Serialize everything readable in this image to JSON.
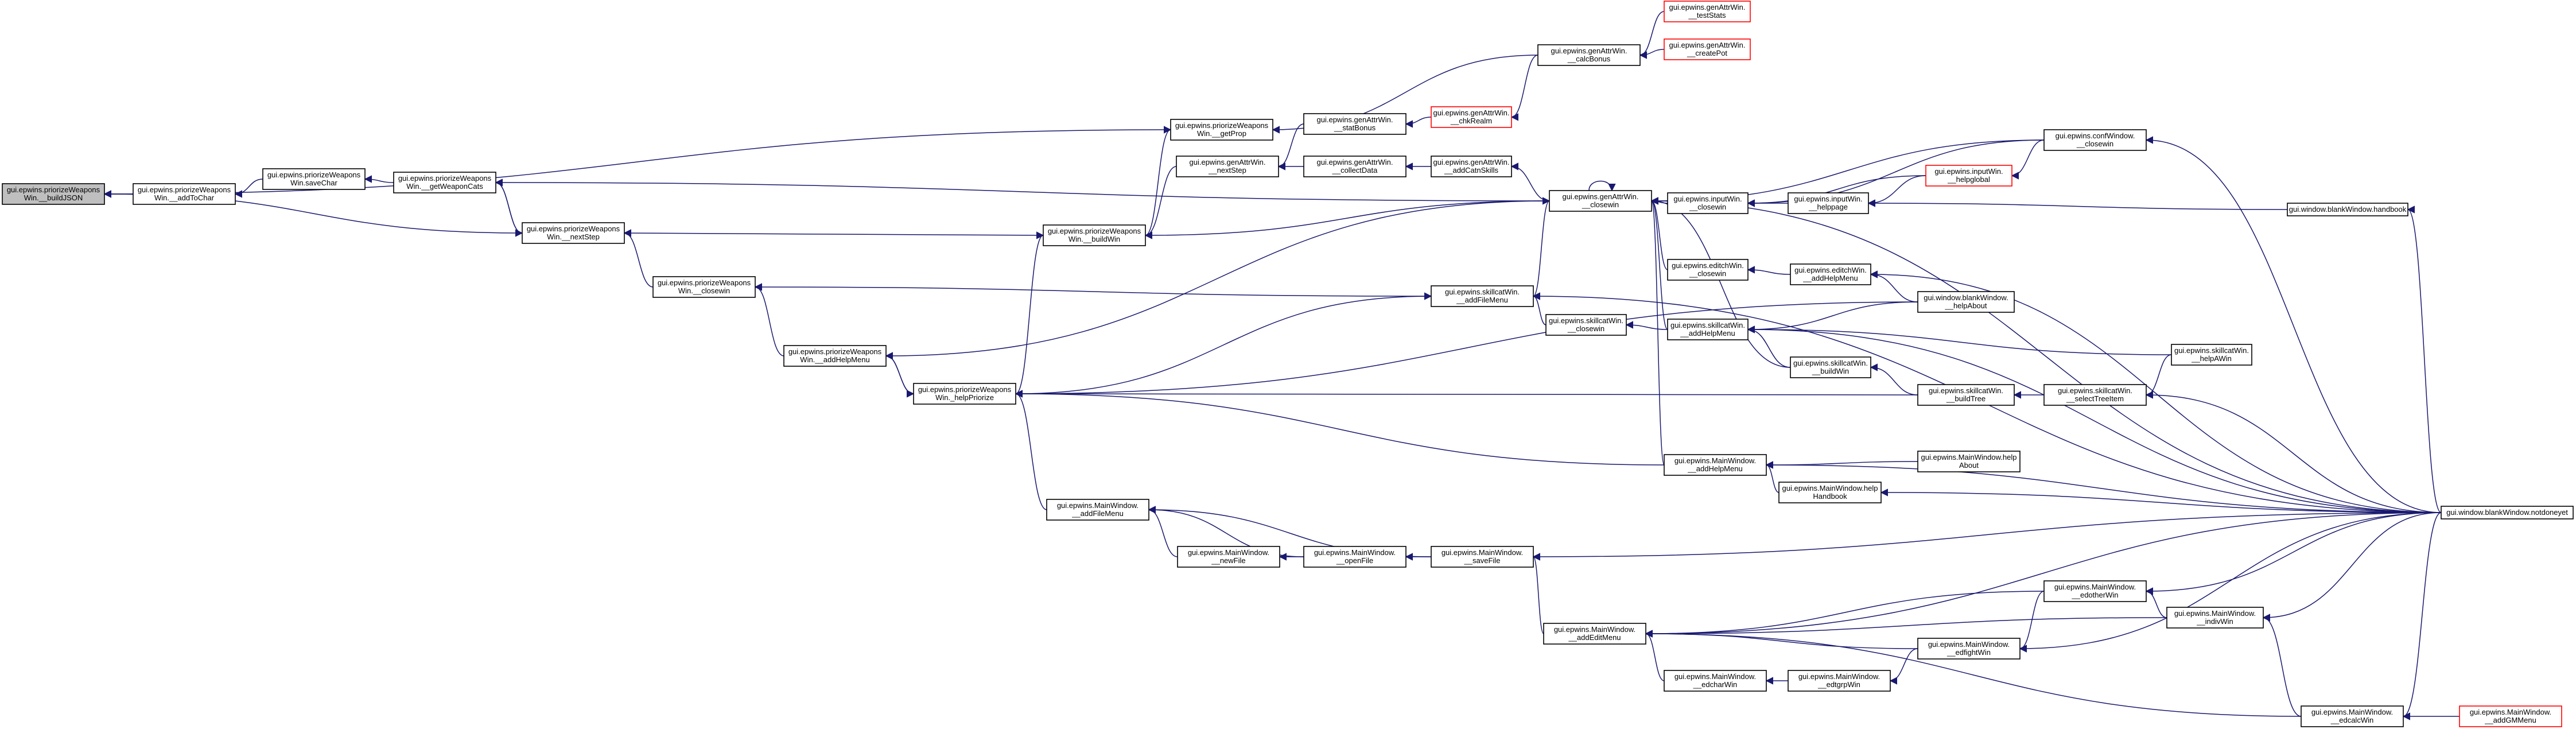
{
  "colors": {
    "edge": "#191970",
    "node_border": "#000000",
    "truncated_border": "#ff0000",
    "root_fill": "#bfbfbf",
    "node_fill": "#ffffff"
  },
  "nodes": [
    {
      "id": "n0",
      "lines": [
        "gui.epwins.priorizeWeapons",
        "Win.__buildJSON"
      ],
      "root": true
    },
    {
      "id": "n1",
      "lines": [
        "gui.epwins.priorizeWeapons",
        "Win.__addToChar"
      ]
    },
    {
      "id": "n2",
      "lines": [
        "gui.epwins.priorizeWeapons",
        "Win.saveChar"
      ]
    },
    {
      "id": "n3",
      "lines": [
        "gui.epwins.priorizeWeapons",
        "Win.__getWeaponCats"
      ]
    },
    {
      "id": "n4",
      "lines": [
        "gui.epwins.priorizeWeapons",
        "Win.__nextStep"
      ]
    },
    {
      "id": "n5",
      "lines": [
        "gui.epwins.priorizeWeapons",
        "Win.__closewin"
      ]
    },
    {
      "id": "n6",
      "lines": [
        "gui.epwins.priorizeWeapons",
        "Win.__addHelpMenu"
      ]
    },
    {
      "id": "n7",
      "lines": [
        "gui.epwins.priorizeWeapons",
        "Win._helpPriorize"
      ]
    },
    {
      "id": "n8",
      "lines": [
        "gui.epwins.priorizeWeapons",
        "Win.__getProp"
      ]
    },
    {
      "id": "n9",
      "lines": [
        "gui.epwins.priorizeWeapons",
        "Win.__buildWin"
      ]
    },
    {
      "id": "n10",
      "lines": [
        "gui.epwins.genAttrWin.",
        "__nextStep"
      ]
    },
    {
      "id": "n11",
      "lines": [
        "gui.epwins.genAttrWin.",
        "__statBonus"
      ]
    },
    {
      "id": "n12",
      "lines": [
        "gui.epwins.genAttrWin.",
        "__collectData"
      ]
    },
    {
      "id": "n13",
      "lines": [
        "gui.epwins.genAttrWin.",
        "__chkRealm"
      ],
      "truncated": true
    },
    {
      "id": "n14",
      "lines": [
        "gui.epwins.genAttrWin.",
        "__addCatnSkills"
      ]
    },
    {
      "id": "n15",
      "lines": [
        "gui.epwins.genAttrWin.",
        "__calcBonus"
      ]
    },
    {
      "id": "n16",
      "lines": [
        "gui.epwins.genAttrWin.",
        "__testStats"
      ],
      "truncated": true
    },
    {
      "id": "n17",
      "lines": [
        "gui.epwins.genAttrWin.",
        "__createPot"
      ],
      "truncated": true
    },
    {
      "id": "n18",
      "lines": [
        "gui.epwins.genAttrWin.",
        "__closewin"
      ]
    },
    {
      "id": "n19",
      "lines": [
        "gui.epwins.skillcatWin.",
        "__addFileMenu"
      ]
    },
    {
      "id": "n20",
      "lines": [
        "gui.epwins.skillcatWin.",
        "__closewin"
      ]
    },
    {
      "id": "n21",
      "lines": [
        "gui.epwins.inputWin.",
        "__closewin"
      ]
    },
    {
      "id": "n22",
      "lines": [
        "gui.epwins.inputWin.",
        "__helppage"
      ]
    },
    {
      "id": "n23",
      "lines": [
        "gui.epwins.inputWin.",
        "__helpglobal"
      ],
      "truncated": true
    },
    {
      "id": "n24",
      "lines": [
        "gui.epwins.confWindow.",
        "__closewin"
      ]
    },
    {
      "id": "n25",
      "lines": [
        "gui.window.blankWindow.handbook"
      ]
    },
    {
      "id": "n26",
      "lines": [
        "gui.epwins.editchWin.",
        "__closewin"
      ]
    },
    {
      "id": "n27",
      "lines": [
        "gui.epwins.editchWin.",
        "__addHelpMenu"
      ]
    },
    {
      "id": "n28",
      "lines": [
        "gui.window.blankWindow.",
        "__helpAbout"
      ]
    },
    {
      "id": "n29",
      "lines": [
        "gui.epwins.skillcatWin.",
        "__addHelpMenu"
      ]
    },
    {
      "id": "n30",
      "lines": [
        "gui.epwins.skillcatWin.",
        "__buildWin"
      ]
    },
    {
      "id": "n31",
      "lines": [
        "gui.epwins.skillcatWin.",
        "__buildTree"
      ]
    },
    {
      "id": "n32",
      "lines": [
        "gui.epwins.skillcatWin.",
        "__selectTreeItem"
      ]
    },
    {
      "id": "n33",
      "lines": [
        "gui.epwins.skillcatWin.",
        "__helpAWin"
      ]
    },
    {
      "id": "n34",
      "lines": [
        "gui.epwins.MainWindow.",
        "__addHelpMenu"
      ]
    },
    {
      "id": "n35",
      "lines": [
        "gui.epwins.MainWindow.help",
        "About"
      ]
    },
    {
      "id": "n36",
      "lines": [
        "gui.epwins.MainWindow.help",
        "Handbook"
      ]
    },
    {
      "id": "n37",
      "lines": [
        "gui.window.blankWindow.notdoneyet"
      ]
    },
    {
      "id": "n38",
      "lines": [
        "gui.epwins.MainWindow.",
        "__addFileMenu"
      ]
    },
    {
      "id": "n39",
      "lines": [
        "gui.epwins.MainWindow.",
        "__newFile"
      ]
    },
    {
      "id": "n40",
      "lines": [
        "gui.epwins.MainWindow.",
        "__openFile"
      ]
    },
    {
      "id": "n41",
      "lines": [
        "gui.epwins.MainWindow.",
        "__saveFile"
      ]
    },
    {
      "id": "n42",
      "lines": [
        "gui.epwins.MainWindow.",
        "__addEditMenu"
      ]
    },
    {
      "id": "n43",
      "lines": [
        "gui.epwins.MainWindow.",
        "__edcharWin"
      ]
    },
    {
      "id": "n44",
      "lines": [
        "gui.epwins.MainWindow.",
        "__edtgrpWin"
      ]
    },
    {
      "id": "n45",
      "lines": [
        "gui.epwins.MainWindow.",
        "__edfightWin"
      ]
    },
    {
      "id": "n46",
      "lines": [
        "gui.epwins.MainWindow.",
        "__edotherWin"
      ]
    },
    {
      "id": "n47",
      "lines": [
        "gui.epwins.MainWindow.",
        "__indivWin"
      ]
    },
    {
      "id": "n48",
      "lines": [
        "gui.epwins.MainWindow.",
        "__edcalcWin"
      ]
    },
    {
      "id": "n49",
      "lines": [
        "gui.epwins.MainWindow.",
        "__addGMMenu"
      ],
      "truncated": true
    }
  ],
  "edges": [
    [
      "n1",
      "n0"
    ],
    [
      "n2",
      "n1"
    ],
    [
      "n3",
      "n2"
    ],
    [
      "n4",
      "n0"
    ],
    [
      "n4",
      "n3"
    ],
    [
      "n3",
      "n4"
    ],
    [
      "n5",
      "n4"
    ],
    [
      "n6",
      "n5"
    ],
    [
      "n7",
      "n6"
    ],
    [
      "n8",
      "n0"
    ],
    [
      "n9",
      "n8"
    ],
    [
      "n9",
      "n4"
    ],
    [
      "n7",
      "n9"
    ],
    [
      "n10",
      "n9"
    ],
    [
      "n11",
      "n10"
    ],
    [
      "n12",
      "n10"
    ],
    [
      "n13",
      "n11"
    ],
    [
      "n15",
      "n13"
    ],
    [
      "n15",
      "n8"
    ],
    [
      "n16",
      "n15"
    ],
    [
      "n17",
      "n15"
    ],
    [
      "n14",
      "n12"
    ],
    [
      "n18",
      "n14"
    ],
    [
      "n18",
      "n3"
    ],
    [
      "n18",
      "n9"
    ],
    [
      "n18",
      "n6"
    ],
    [
      "n19",
      "n18"
    ],
    [
      "n19",
      "n5"
    ],
    [
      "n7",
      "n19"
    ],
    [
      "n20",
      "n19"
    ],
    [
      "n18",
      "n18"
    ],
    [
      "n24",
      "n18"
    ],
    [
      "n21",
      "n18"
    ],
    [
      "n22",
      "n21"
    ],
    [
      "n23",
      "n22"
    ],
    [
      "n23",
      "n21"
    ],
    [
      "n24",
      "n23"
    ],
    [
      "n25",
      "n22"
    ],
    [
      "n26",
      "n18"
    ],
    [
      "n27",
      "n26"
    ],
    [
      "n28",
      "n27"
    ],
    [
      "n29",
      "n18"
    ],
    [
      "n29",
      "n20"
    ],
    [
      "n28",
      "n29"
    ],
    [
      "n30",
      "n29"
    ],
    [
      "n30",
      "n18"
    ],
    [
      "n31",
      "n30"
    ],
    [
      "n32",
      "n31"
    ],
    [
      "n33",
      "n32"
    ],
    [
      "n33",
      "n29"
    ],
    [
      "n31",
      "n7"
    ],
    [
      "n34",
      "n18"
    ],
    [
      "n35",
      "n34"
    ],
    [
      "n36",
      "n34"
    ],
    [
      "n34",
      "n7"
    ],
    [
      "n38",
      "n7"
    ],
    [
      "n39",
      "n38"
    ],
    [
      "n40",
      "n38"
    ],
    [
      "n40",
      "n39"
    ],
    [
      "n41",
      "n40"
    ],
    [
      "n41",
      "n38"
    ],
    [
      "n42",
      "n41"
    ],
    [
      "n43",
      "n42"
    ],
    [
      "n44",
      "n43"
    ],
    [
      "n45",
      "n44"
    ],
    [
      "n46",
      "n45"
    ],
    [
      "n47",
      "n46"
    ],
    [
      "n48",
      "n47"
    ],
    [
      "n49",
      "n48"
    ],
    [
      "n46",
      "n42"
    ],
    [
      "n47",
      "n42"
    ],
    [
      "n45",
      "n42"
    ],
    [
      "n48",
      "n42"
    ],
    [
      "n28",
      "n7"
    ],
    [
      "n6",
      "n7"
    ],
    [
      "n37",
      "n18"
    ],
    [
      "n37",
      "n24"
    ],
    [
      "n37",
      "n25"
    ],
    [
      "n37",
      "n27"
    ],
    [
      "n37",
      "n29"
    ],
    [
      "n37",
      "n32"
    ],
    [
      "n37",
      "n34"
    ],
    [
      "n37",
      "n36"
    ],
    [
      "n37",
      "n41"
    ],
    [
      "n37",
      "n42"
    ],
    [
      "n37",
      "n45"
    ],
    [
      "n37",
      "n46"
    ],
    [
      "n37",
      "n47"
    ],
    [
      "n37",
      "n48"
    ],
    [
      "n37",
      "n19"
    ],
    [
      "n24",
      "n21"
    ]
  ]
}
